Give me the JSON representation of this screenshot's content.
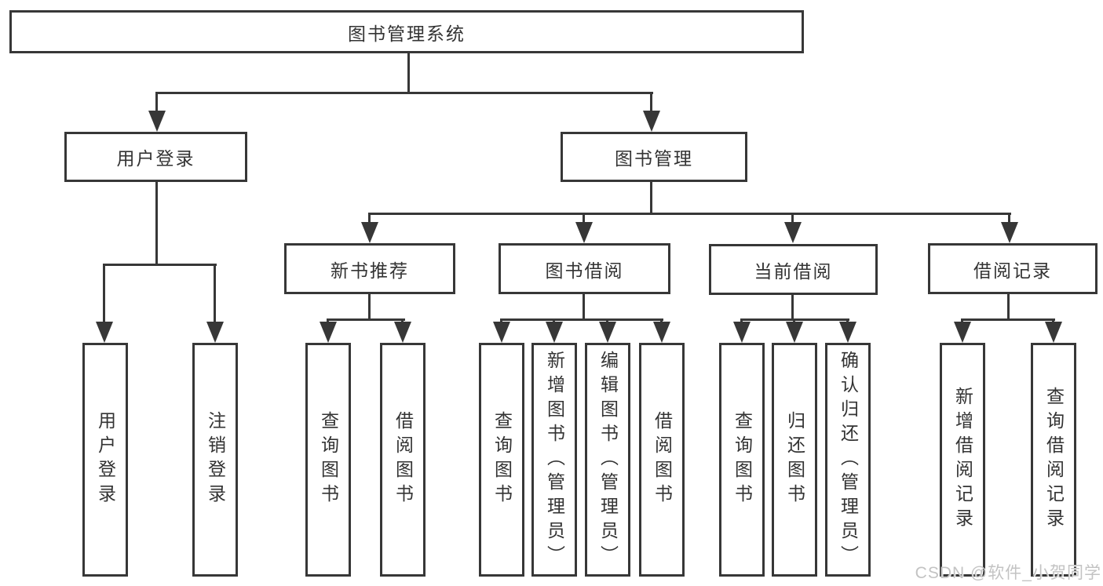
{
  "nodes": {
    "root": "图书管理系统",
    "user_login": "用户登录",
    "book_mgmt": "图书管理",
    "new_book_rec": "新书推荐",
    "book_borrow": "图书借阅",
    "current_borrow": "当前借阅",
    "borrow_record": "借阅记录",
    "ul_user_login": "用户登录",
    "ul_logout": "注销登录",
    "nb_query_book": "查询图书",
    "nb_borrow_book": "借阅图书",
    "bb_query_book": "查询图书",
    "bb_add_book": "新增图书（管理员）",
    "bb_edit_book": "编辑图书（管理员）",
    "bb_borrow_book": "借阅图书",
    "cb_query_book": "查询图书",
    "cb_return_book": "归还图书",
    "cb_confirm_return": "确认归还（管理员）",
    "br_add_record": "新增借阅记录",
    "br_query_record": "查询借阅记录"
  },
  "watermark": "CSDN @软件_小贺同学",
  "colors": {
    "line": "#373737",
    "text": "#333333",
    "watermark": "#c3c3c3",
    "background": "#ffffff"
  }
}
